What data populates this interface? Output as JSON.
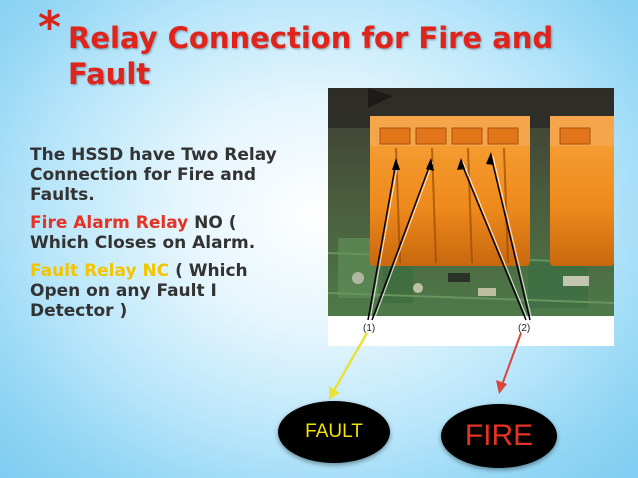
{
  "slide": {
    "bullet": "*",
    "title": "Relay Connection for Fire and Fault"
  },
  "body": {
    "paragraph1": "The HSSD have Two Relay Connection for Fire and Faults.",
    "fire_relay_label": "Fire Alarm Relay",
    "fire_relay_rest": " NO ( Which Closes on Alarm.",
    "fault_relay_label": "Fault Relay NC",
    "fault_relay_rest": " ( Which Open on any Fault I Detector )"
  },
  "photo": {
    "label_1": "(1)",
    "label_2": "(2)"
  },
  "indicators": {
    "fault": "FAULT",
    "fire": "FIRE"
  },
  "colors": {
    "title": "#e0241c",
    "fire_relay": "#e53224",
    "fault_relay": "#f2c500",
    "fault_text": "#f4e400",
    "fire_text": "#e53224",
    "terminal": "#f28c1e"
  }
}
